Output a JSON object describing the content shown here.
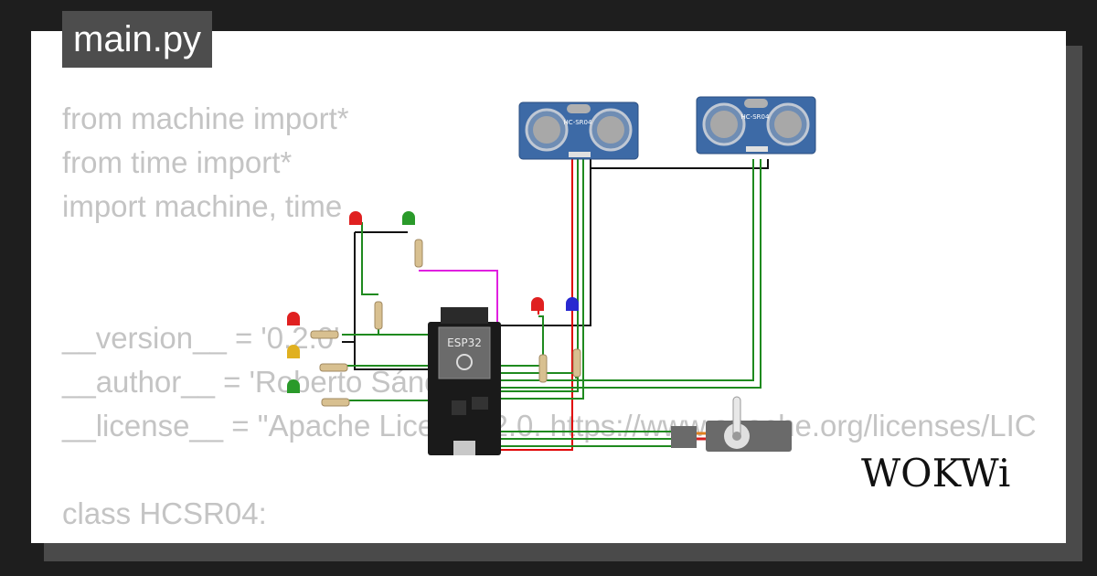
{
  "file_title": "main.py",
  "code_lines": [
    "from machine import*",
    "from time import*",
    "import machine, time",
    "",
    "",
    "__version__ = '0.2.0'",
    "__author__ = 'Roberto Sánchez'",
    "__license__ = \"Apache License 2.0. https://www.apache.org/licenses/LIC",
    "",
    "class HCSR04:",
    "    \"\"\""
  ],
  "components": {
    "sensor1_label": "HC-SR04",
    "sensor2_label": "HC-SR04",
    "mcu_label": "ESP32"
  },
  "brand": "WOKWi",
  "colors": {
    "wire_green": "#1f8a1f",
    "wire_red": "#e00000",
    "wire_black": "#111111",
    "wire_magenta": "#e020e0",
    "sensor_blue": "#3d6aa6",
    "board_black": "#1a1a1a"
  }
}
